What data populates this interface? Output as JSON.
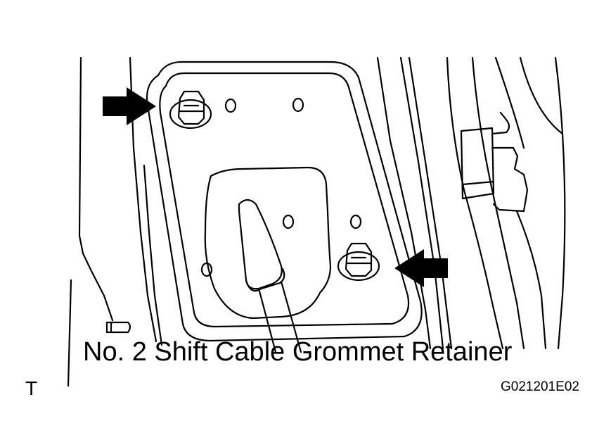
{
  "diagram": {
    "caption": "No. 2 Shift Cable Grommet Retainer",
    "corner_mark": "T",
    "figure_code": "G021201E02"
  },
  "icons": {
    "callout_arrow_left": "arrow-right-icon",
    "callout_arrow_right": "arrow-left-icon"
  },
  "colors": {
    "line": "#000000",
    "background": "#ffffff"
  }
}
